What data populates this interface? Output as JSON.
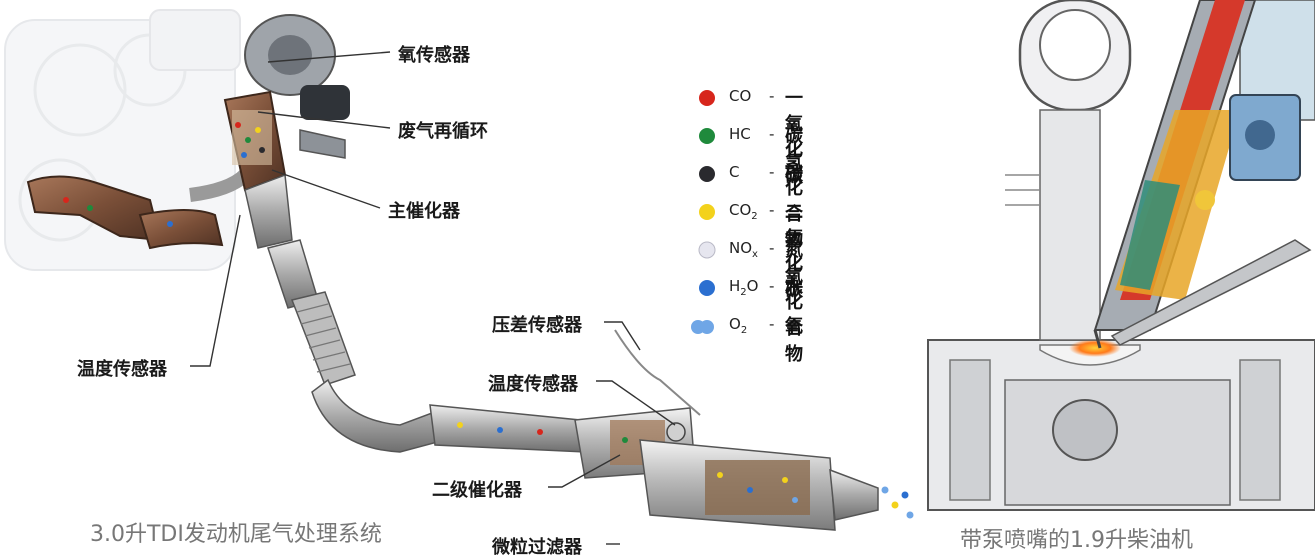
{
  "left_diagram": {
    "caption": "3.0升TDI发动机尾气处理系统",
    "labels": {
      "oxygen_sensor": "氧传感器",
      "egr": "废气再循环",
      "main_catalyst": "主催化器",
      "temp_sensor_left": "温度传感器",
      "pressure_diff_sensor": "压差传感器",
      "temp_sensor_right": "温度传感器",
      "secondary_catalyst": "二级催化器",
      "particulate_filter": "微粒过滤器"
    }
  },
  "legend": {
    "items": [
      {
        "symbol": "CO",
        "name": "一氧化碳",
        "color": "#d7261c"
      },
      {
        "symbol": "HC",
        "name": "碳氢化合物",
        "color": "#1f8a3c"
      },
      {
        "symbol": "C",
        "name": "碳",
        "color": "#2a2a2e"
      },
      {
        "symbol_main": "CO",
        "symbol_sub": "2",
        "name": "二氧化碳",
        "color": "#f3d21c"
      },
      {
        "symbol_main": "NO",
        "symbol_sub": "x",
        "name": "氮氧化合物",
        "color": "#e6e6ef"
      },
      {
        "symbol_main": "H",
        "symbol_sub": "2",
        "symbol_tail": "O",
        "name": "水",
        "color": "#2b6fd0"
      },
      {
        "symbol_main": "O",
        "symbol_sub": "2",
        "name": "氧",
        "color": "#6fa6e6"
      }
    ]
  },
  "right_diagram": {
    "caption": "带泵喷嘴的1.9升柴油机"
  }
}
